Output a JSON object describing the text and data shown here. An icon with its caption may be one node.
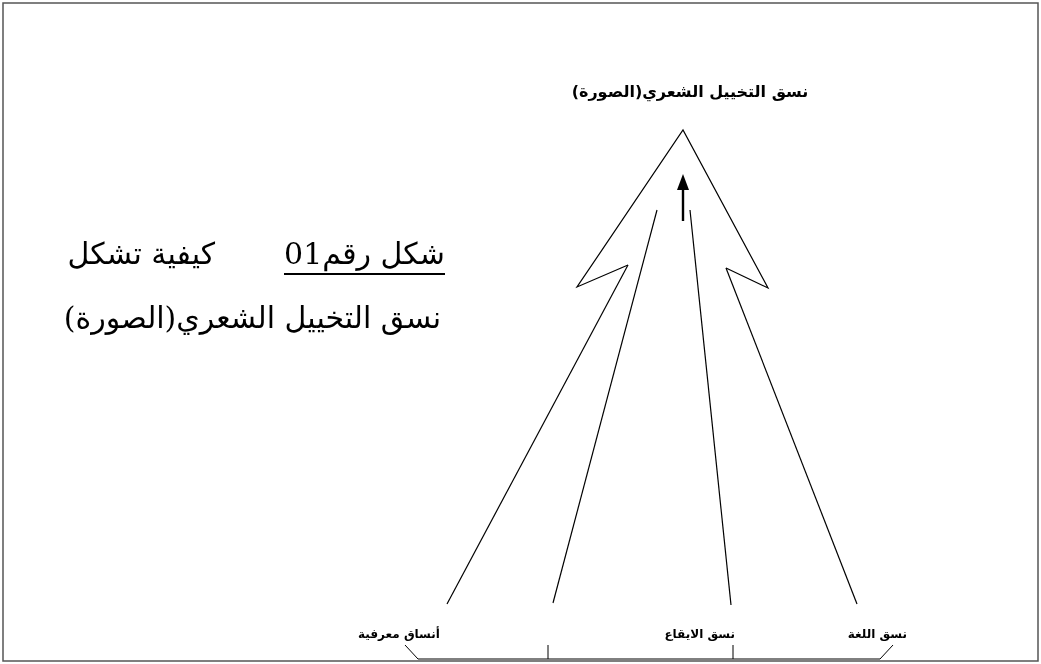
{
  "diagram": {
    "nodes": [
      {
        "text": [
          "نسق التخييل الشعري(الصورة)"
        ]
      },
      {
        "text": [],
        "shape": "arrow"
      },
      {
        "text": [
          "أنساق معرفية"
        ]
      },
      {
        "text": [
          "نسق الايقاع"
        ]
      },
      {
        "text": [
          "نسق اللغة"
        ]
      }
    ],
    "edges": [
      {
        "from": 2,
        "to": 1,
        "arrow": "none"
      },
      {
        "from": null,
        "to": 1,
        "arrow": "none"
      },
      {
        "from": 3,
        "to": 1,
        "arrow": "none"
      },
      {
        "from": 4,
        "to": 1,
        "arrow": "none"
      }
    ],
    "labels": [
      "شكل رقم01",
      "كيفية تشكل",
      "نسق التخييل الشعري(الصورة)"
    ]
  }
}
